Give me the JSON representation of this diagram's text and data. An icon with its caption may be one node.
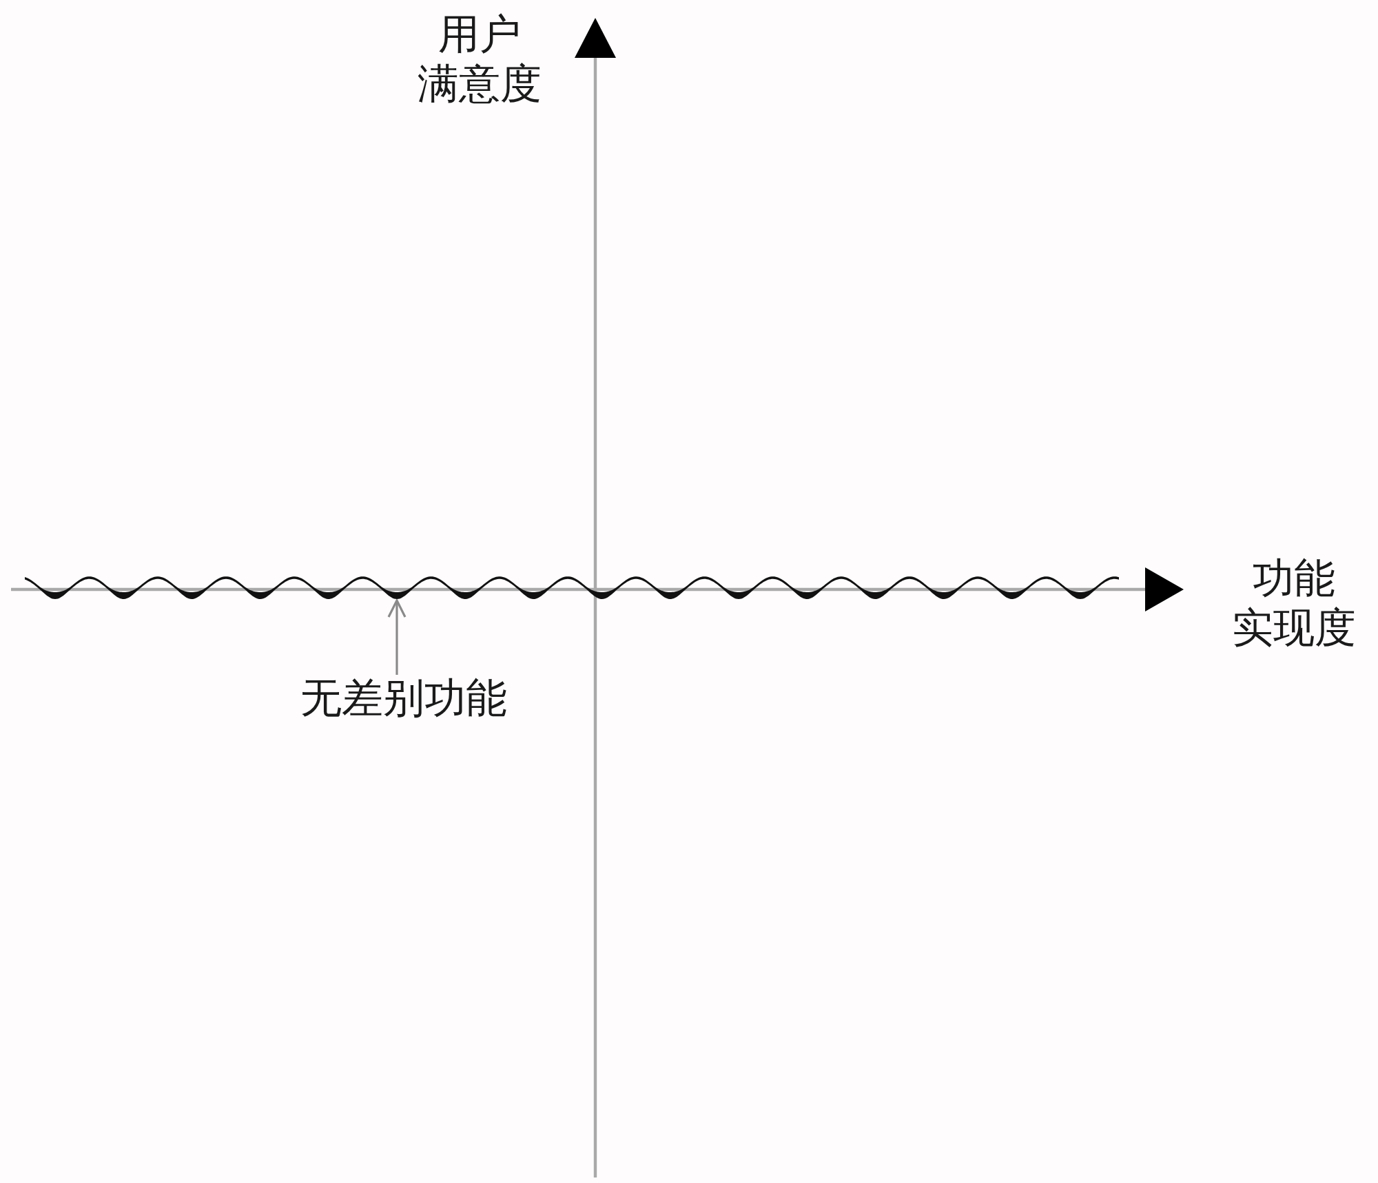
{
  "diagram": {
    "nodes": [
      {
        "text": [
          "无差别功能"
        ]
      },
      {
        "text": [],
        "shape": "wave"
      }
    ],
    "edges": [
      {
        "from": 0,
        "to": 1,
        "arrow": "to"
      }
    ],
    "labels": [
      "用户满意度",
      "功能实现度"
    ]
  }
}
